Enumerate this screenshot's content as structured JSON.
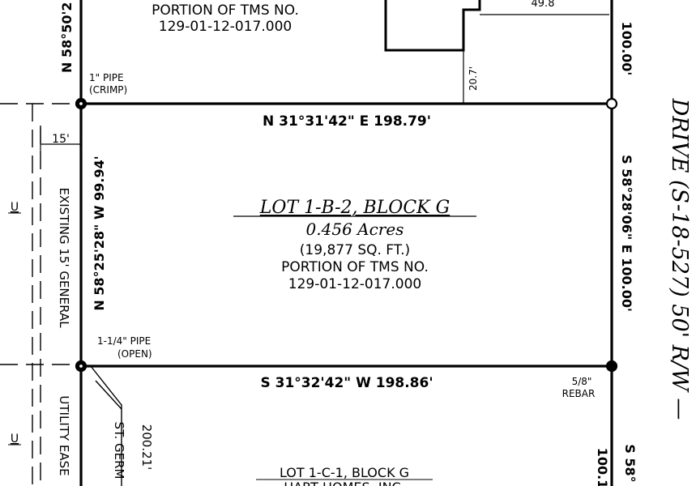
{
  "top_lot": {
    "line1": "PORTION OF TMS NO.",
    "line2": "129-01-12-017.000",
    "dim_49": "49.8",
    "dim_20": "20.7'",
    "north_bearing_partial": "N 58°50'2"
  },
  "pipes": {
    "top_left_1": "1\" PIPE",
    "top_left_2": "(CRIMP)",
    "bottom_left_1": "1-1/4\" PIPE",
    "bottom_left_2": "(OPEN)",
    "bottom_right_1": "5/8\"",
    "bottom_right_2": "REBAR"
  },
  "boundaries": {
    "north": "N 31°31'42\" E   198.79'",
    "south": "S 31°32'42\" W   198.86'",
    "west": "N 58°25'28\" W   99.94'",
    "east": "S 58°28'06\" E   100.00'",
    "east_top": "100.00'",
    "east_bottom_partial": "S 58°",
    "east_bottom_dist_partial": "100.1"
  },
  "lot": {
    "title": "LOT 1-B-2, BLOCK G",
    "acres": "0.456 Acres",
    "sqft": "(19,877 SQ. FT.)",
    "tms_line1": "PORTION OF TMS NO.",
    "tms_line2": "129-01-12-017.000"
  },
  "easement": {
    "width": "15'",
    "text_top": "EXISTING  15'  GENERAL",
    "text_bottom": "UTILITY  EASE",
    "u_marks": [
      "U",
      "U"
    ]
  },
  "street": {
    "name": "ST. GERM",
    "dist": "200.21'"
  },
  "road": {
    "text": "DRIVE  (S-18-527)  50'  R/W  —"
  },
  "lot_below": {
    "title": "LOT 1-C-1, BLOCK G",
    "owner_partial": "HART HOMES, INC."
  }
}
